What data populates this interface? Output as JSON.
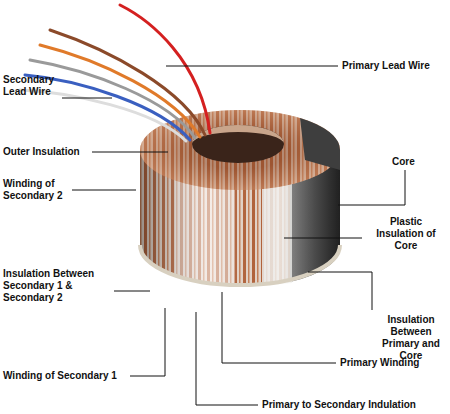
{
  "diagram": {
    "labels": [
      "Secondary Lead Wire",
      "Primary Lead Wire",
      "Outer Insulation",
      "Core",
      "Winding of Secondary 2",
      "Plastic Insulation of Core",
      "Insulation Between Secondary 1 & Secondary 2",
      "Insulation Between Primary and Core",
      "Primary Winding",
      "Winding of Secondary 1",
      "Primary to Secondary Indulation"
    ]
  }
}
